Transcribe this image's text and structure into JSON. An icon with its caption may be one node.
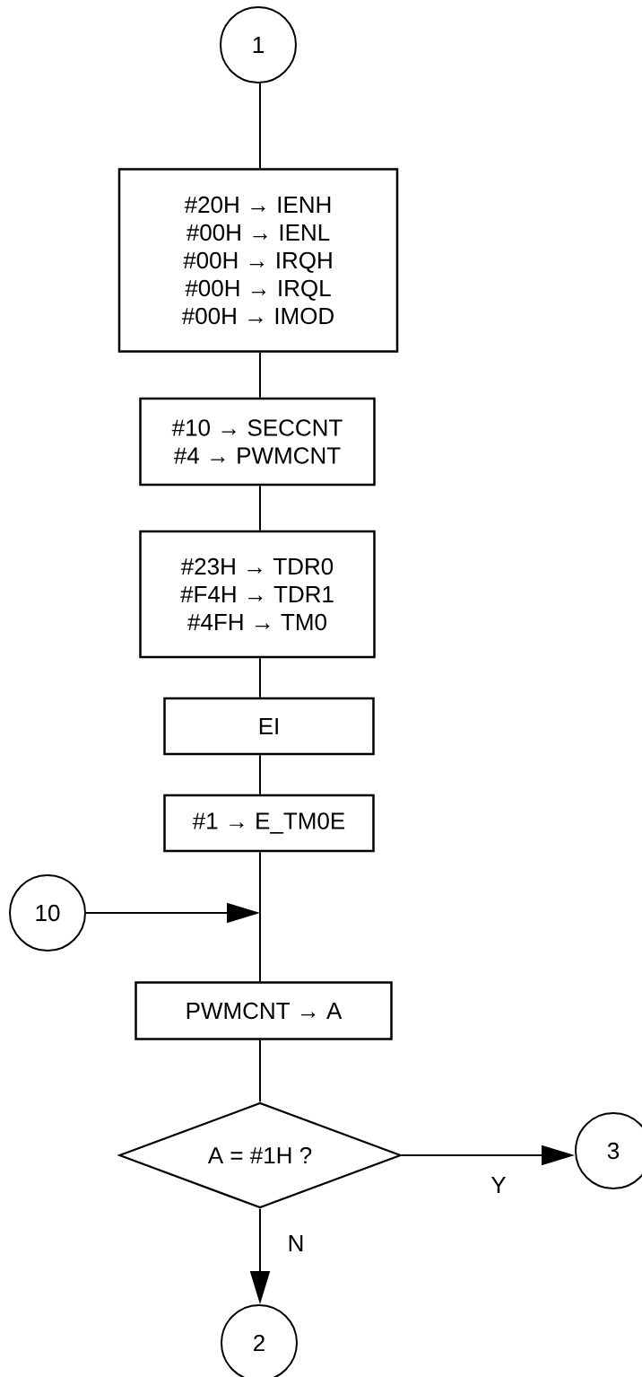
{
  "diagram": {
    "nodes": [
      {
        "text": [
          "1"
        ]
      },
      {
        "text": [
          "#20H → IENH",
          "#00H → IENL",
          "#00H → IRQH",
          "#00H → IRQL",
          "#00H → IMOD"
        ]
      },
      {
        "text": [
          "#10 → SECCNT",
          "#4 → PWMCNT"
        ]
      },
      {
        "text": [
          "#23H → TDR0",
          "#F4H → TDR1",
          "#4FH → TM0"
        ]
      },
      {
        "text": [
          "EI"
        ]
      },
      {
        "text": [
          "#1 → E_TM0E"
        ]
      },
      {
        "text": [
          "10"
        ]
      },
      {
        "text": [
          "PWMCNT → A"
        ]
      },
      {
        "text": [
          "A = #1H ?"
        ]
      },
      {
        "text": [
          "3"
        ]
      },
      {
        "text": [
          "2"
        ]
      }
    ],
    "edges": [
      {
        "from": 0,
        "to": 1,
        "arrow": "none"
      },
      {
        "from": 1,
        "to": 2,
        "arrow": "none"
      },
      {
        "from": 2,
        "to": 3,
        "arrow": "none"
      },
      {
        "from": 3,
        "to": 4,
        "arrow": "none"
      },
      {
        "from": 4,
        "to": 5,
        "arrow": "none"
      },
      {
        "from": 5,
        "to": 7,
        "arrow": "none"
      },
      {
        "from": 6,
        "to": null,
        "arrow": "to"
      },
      {
        "from": 7,
        "to": 8,
        "arrow": "none"
      },
      {
        "from": 8,
        "to": 9,
        "label": "Y",
        "arrow": "to"
      },
      {
        "from": 8,
        "to": 10,
        "label": "N",
        "arrow": "to"
      }
    ]
  }
}
